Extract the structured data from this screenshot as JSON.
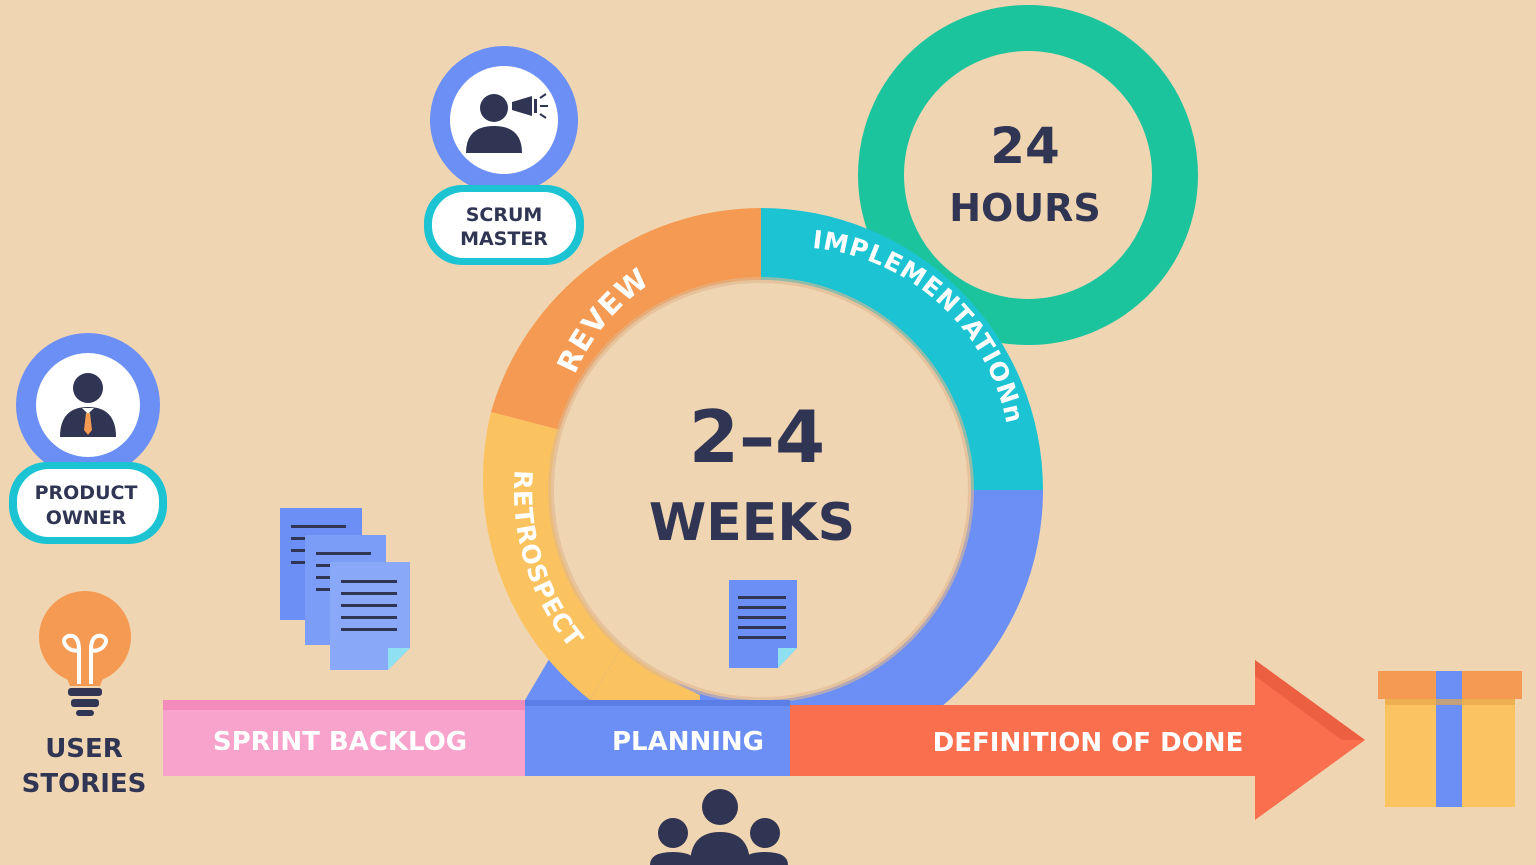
{
  "roles": {
    "scrum_master": {
      "line1": "SCRUM",
      "line2": "MASTER",
      "icon": "megaphone-person-icon"
    },
    "product_owner": {
      "line1": "PRODUCT",
      "line2": "OWNER",
      "icon": "businessman-icon"
    }
  },
  "user_stories": {
    "line1": "USER",
    "line2": "STORIES",
    "icon": "lightbulb-icon"
  },
  "daily": {
    "value": "24",
    "unit": "HOURS"
  },
  "sprint": {
    "value": "2–4",
    "unit": "WEEKS"
  },
  "cycle_labels": {
    "review": "REVEW",
    "implementation": "IMPLEMENTATIONn",
    "retrospect": "RETROSPECT"
  },
  "flow": {
    "sprint_backlog": "SPRINT BACKLOG",
    "planning": "PLANNING",
    "definition_of_done": "DEFINITION OF DONE"
  },
  "colors": {
    "background": "#f0d5b2",
    "navy": "#2f3553",
    "blue": "#6b8ff5",
    "teal": "#1cc3d3",
    "orange": "#f49a52",
    "yellow": "#fbc35f",
    "green": "#1cc49e",
    "pink": "#f7a3cb",
    "red": "#fa6f4d",
    "gift": "#fcc461"
  }
}
